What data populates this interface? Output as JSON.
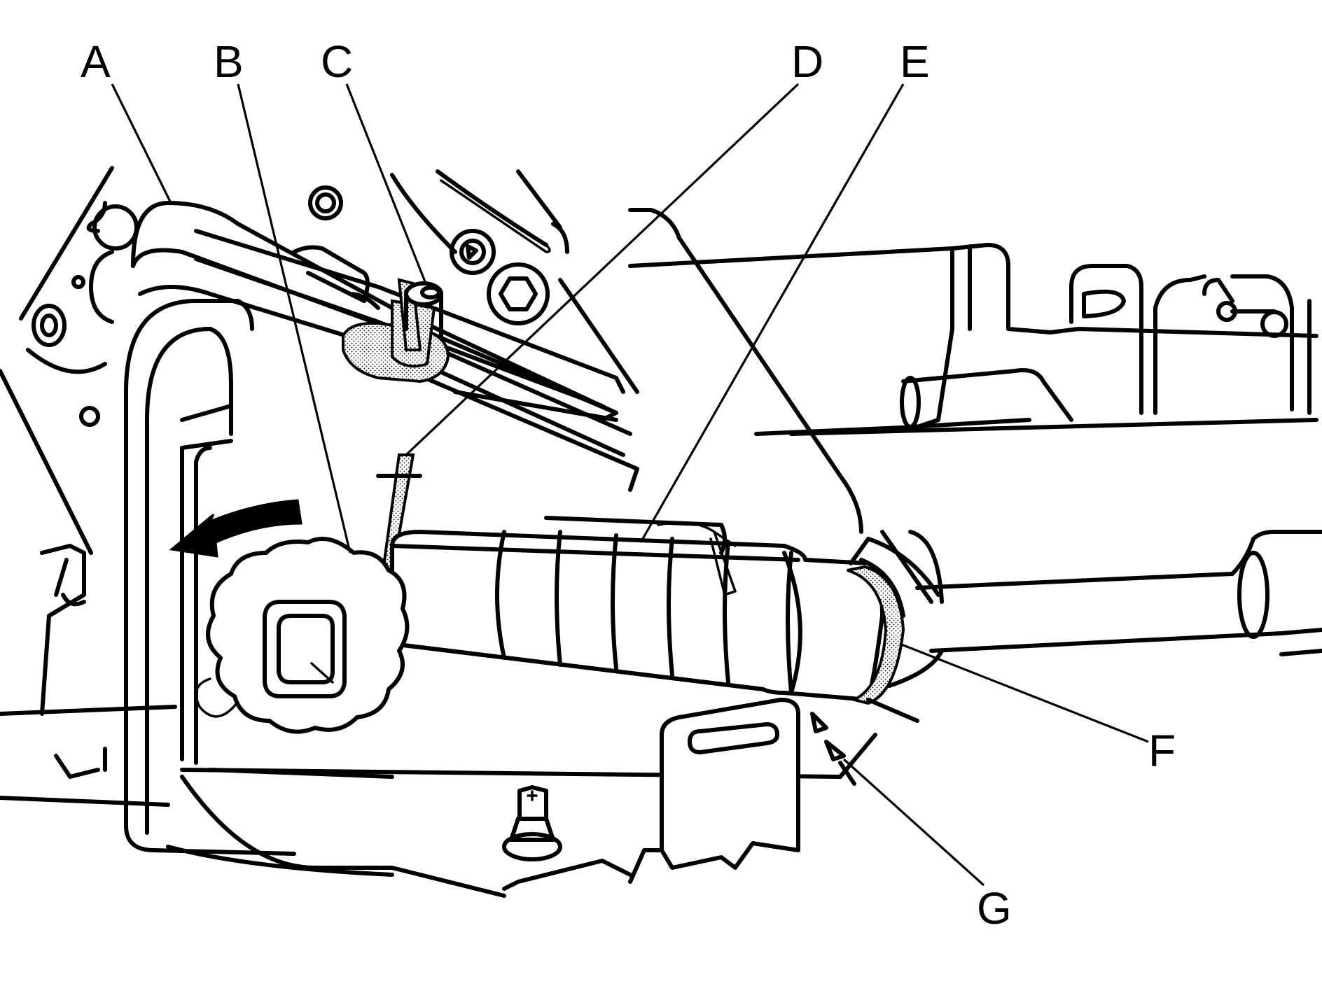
{
  "callouts": [
    {
      "id": "A",
      "text": "A"
    },
    {
      "id": "B",
      "text": "B"
    },
    {
      "id": "C",
      "text": "C"
    },
    {
      "id": "D",
      "text": "D"
    },
    {
      "id": "E",
      "text": "E"
    },
    {
      "id": "F",
      "text": "F"
    },
    {
      "id": "G",
      "text": "G"
    }
  ]
}
